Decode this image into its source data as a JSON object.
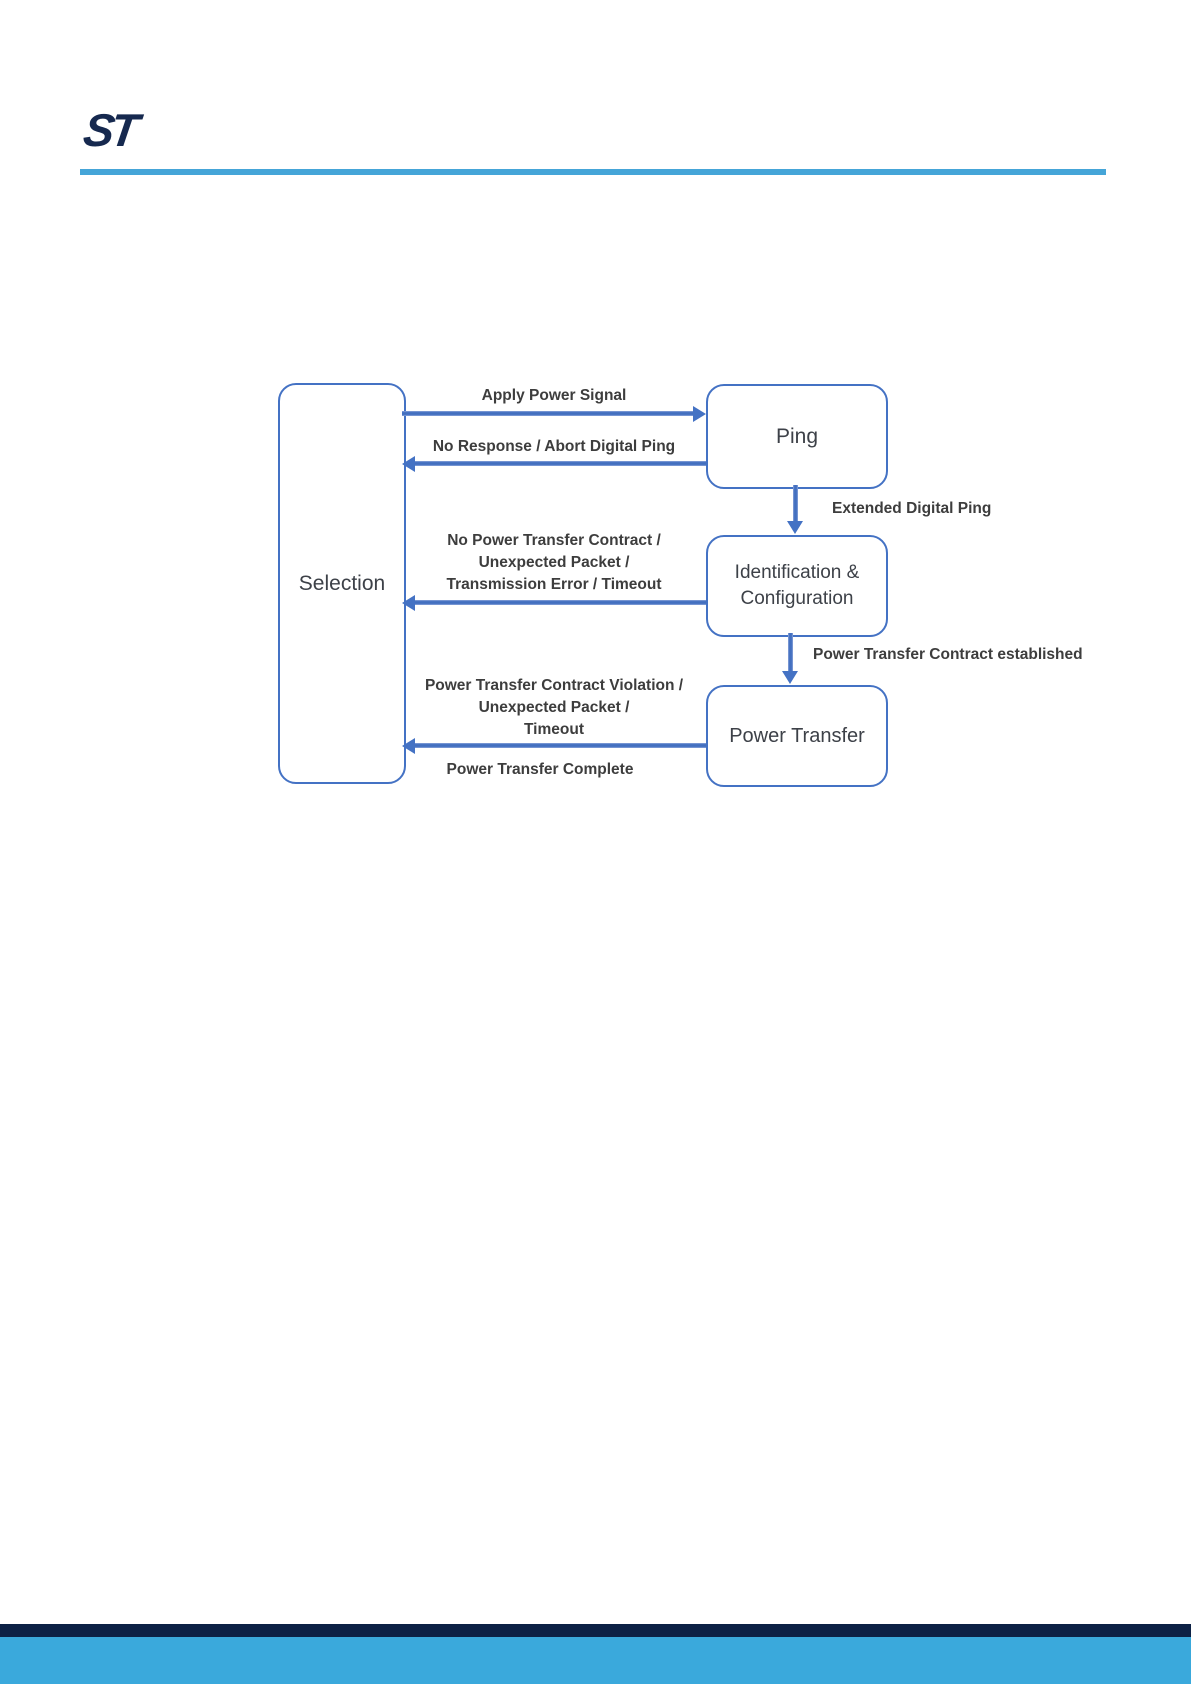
{
  "header": {
    "logo_text": "ST"
  },
  "diagram": {
    "states": {
      "selection": "Selection",
      "ping": "Ping",
      "identification_line1": "Identification &",
      "identification_line2": "Configuration",
      "power_transfer": "Power Transfer"
    },
    "transitions": {
      "apply_power_signal": "Apply Power Signal",
      "no_response": "No Response / Abort Digital Ping",
      "extended_digital_ping": "Extended Digital Ping",
      "no_contract_line1": "No Power Transfer Contract /",
      "no_contract_line2": "Unexpected Packet /",
      "no_contract_line3": "Transmission Error / Timeout",
      "contract_established": "Power Transfer Contract established",
      "violation_line1": "Power Transfer Contract Violation /",
      "violation_line2": "Unexpected Packet /",
      "violation_line3": "Timeout",
      "transfer_complete": "Power Transfer Complete"
    }
  },
  "colors": {
    "diagram_blue": "#4472c4",
    "brand_navy": "#16294f",
    "header_rule_blue": "#45a5d8",
    "footer_navy": "#0d2145",
    "footer_light_blue": "#3aa9dc",
    "label_text": "#3d3d3d"
  }
}
